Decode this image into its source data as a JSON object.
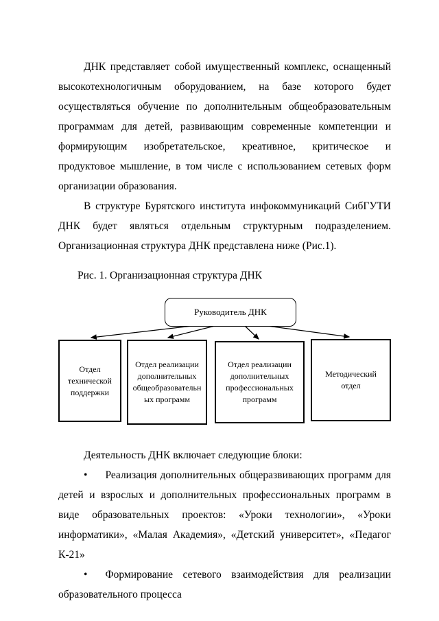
{
  "document": {
    "paragraphs": [
      {
        "text": "ДНК представляет собой имущественный комплекс, оснащенный высокотехнологичным оборудованием, на базе которого будет осуществляться обучение по дополнительным общеобразовательным программам для детей, развивающим современные компетенции и формирующим изобретательское, креативное, критическое и продуктовое мышление, в том числе с использованием сетевых форм организации образования."
      },
      {
        "text": "В структуре Бурятского института инфокоммуникаций СибГУТИ ДНК будет являться отдельным структурным подразделением. Организационная структура ДНК представлена ниже (Рис.1)."
      }
    ],
    "figure_caption": "Рис. 1. Организационная структура ДНК",
    "diagram": {
      "root": {
        "label": "Руководитель ДНК"
      },
      "children": [
        {
          "label": "Отдел технической поддержки"
        },
        {
          "label": "Отдел реализации дополнительных общеобразовательных программ"
        },
        {
          "label": "Отдел реализации дополнительных профессиональных программ"
        },
        {
          "label": "Методический отдел"
        }
      ]
    },
    "activities_intro": "Деятельность ДНК включает следующие блоки:",
    "bullets": [
      {
        "marker": "•",
        "text": "Реализация дополнительных общеразвивающих программ для детей и взрослых и дополнительных профессиональных программ в виде образовательных проектов: «Уроки технологии», «Уроки информатики», «Малая Академия», «Детский университет», «Педагог К-21»"
      },
      {
        "marker": "•",
        "text": "Формирование сетевого взаимодействия для реализации образовательного процесса"
      }
    ],
    "colors": {
      "page_background": "#ffffff",
      "text": "#000000",
      "line": "#000000"
    }
  }
}
